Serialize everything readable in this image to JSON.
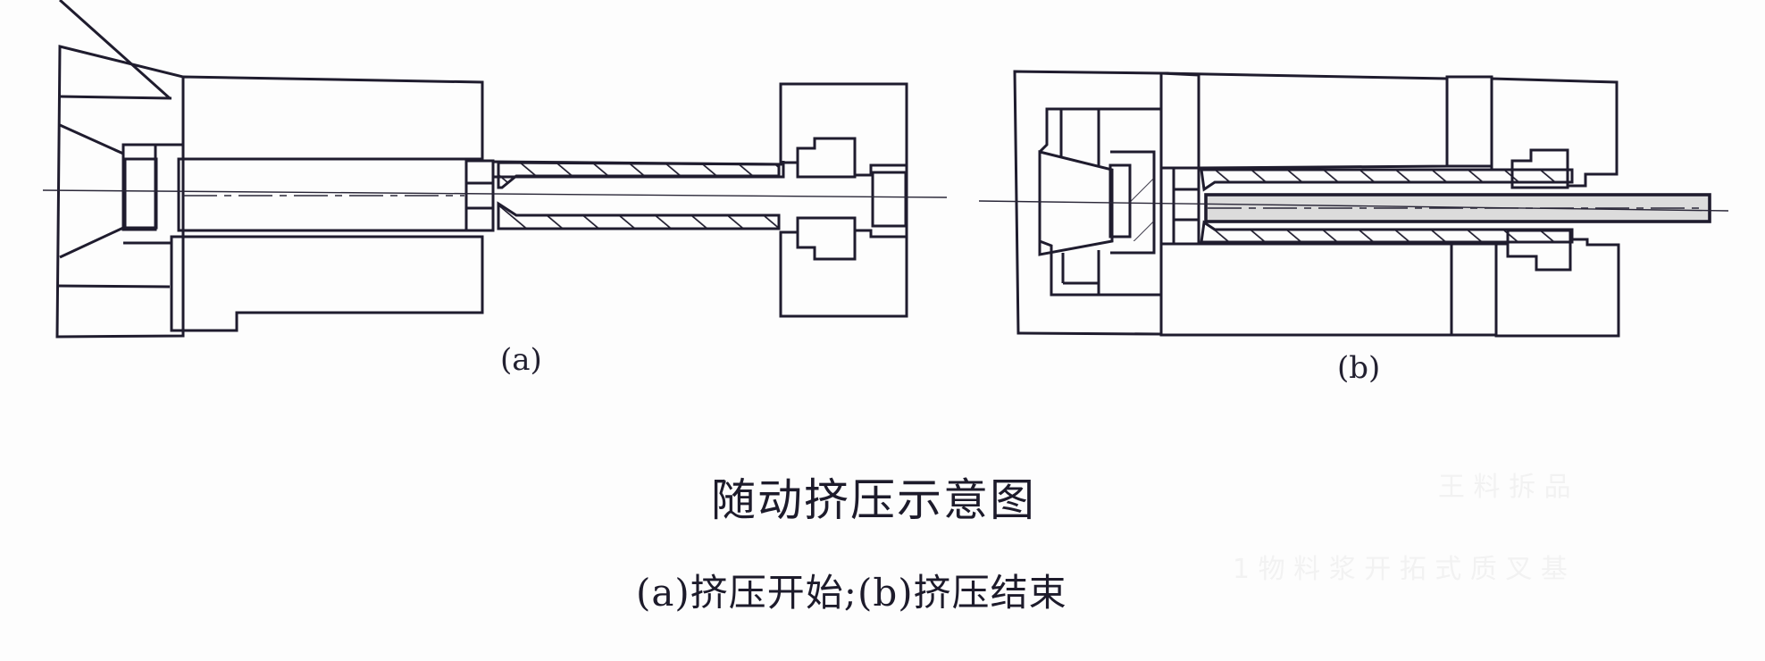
{
  "figure": {
    "title": "随动挤压示意图",
    "caption": "(a)挤压开始;(b)挤压结束",
    "panels": [
      {
        "id": "a",
        "label": "(a)",
        "description": "挤压开始"
      },
      {
        "id": "b",
        "label": "(b)",
        "description": "挤压结束"
      }
    ],
    "ghost_text": [
      "王 料 拆 品",
      "1 物 料 浆 开 拓 式 质 叉 基"
    ]
  },
  "colors": {
    "line": "#1f1c2e",
    "paper": "#fdfdfd",
    "billet_fill": "#d8d8d8"
  }
}
